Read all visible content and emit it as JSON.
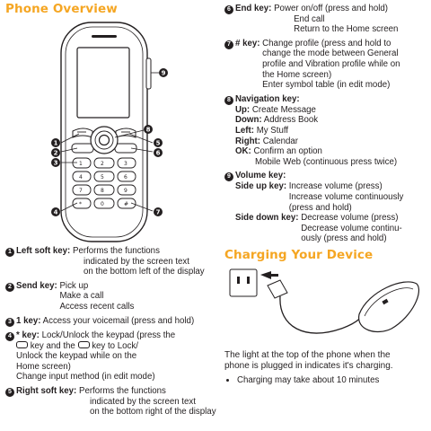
{
  "left": {
    "title": "Phone Overview",
    "callouts": [
      "9",
      "8",
      "1",
      "5",
      "2",
      "6",
      "3",
      "4",
      "7"
    ],
    "items": [
      {
        "num": "1",
        "key": "Left soft key:",
        "lines": [
          "Performs the functions",
          "indicated by the screen text",
          "on the bottom left of the  display"
        ]
      },
      {
        "num": "2",
        "key": "Send key:",
        "lines": [
          "Pick up",
          "Make a call",
          "Access recent calls"
        ]
      },
      {
        "num": "3",
        "key": "1 key:",
        "lines": [
          "Access your voicemail (press and  hold)"
        ]
      },
      {
        "num": "4",
        "key": "* key:",
        "lines": [
          "Lock/Unlock the keypad (press the",
          "key and the",
          "key to Lock/",
          "Unlock the keypad while on the",
          "Home screen)",
          "Change input method (in edit mode)"
        ]
      },
      {
        "num": "5",
        "key": "Right soft key:",
        "lines": [
          "Performs the functions",
          "indicated by the screen text",
          "on the bottom right of the display"
        ]
      }
    ]
  },
  "right": {
    "items": [
      {
        "num": "6",
        "key": "End key:",
        "lines": [
          "Power on/off (press and hold)",
          "End call",
          "Return to the Home screen"
        ]
      },
      {
        "num": "7",
        "key": "# key:",
        "lines": [
          "Change profile (press and hold to",
          "change the mode between General",
          "profile and Vibration profile while on",
          "the Home screen)",
          "Enter symbol table (in edit mode)"
        ]
      },
      {
        "num": "8",
        "key": "Navigation key:",
        "subs": [
          {
            "label": "Up:",
            "text": "Create Message"
          },
          {
            "label": "Down:",
            "text": "Address Book"
          },
          {
            "label": "Left:",
            "text": "My Stuff"
          },
          {
            "label": "Right:",
            "text": "Calendar"
          },
          {
            "label": "OK:",
            "text": "Confirm an option"
          }
        ],
        "extra": "Mobile Web (continuous press twice)"
      },
      {
        "num": "9",
        "key": "Volume key:",
        "vol": [
          {
            "label": "Side up key:",
            "lines": [
              "Increase volume (press)",
              "Increase volume continuously",
              "(press and hold)"
            ]
          },
          {
            "label": "Side down key:",
            "lines": [
              "Decrease volume (press)",
              "Decrease volume continu-",
              "ously (press and hold)"
            ]
          }
        ]
      }
    ],
    "charging_title": "Charging Your Device",
    "charging_text_1": "The light at the top of the phone when the",
    "charging_text_2": "phone is plugged in indicates it's charging.",
    "bullet": "Charging may take about 10 minutes"
  }
}
